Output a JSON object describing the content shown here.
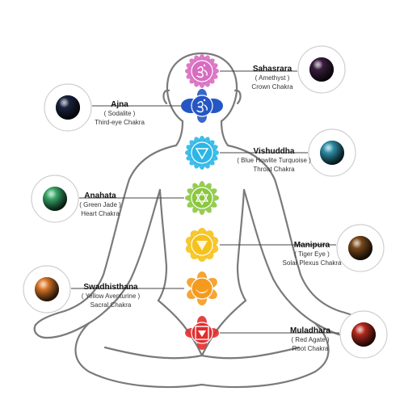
{
  "colors": {
    "sahasrara": "#d86cc0",
    "ajna": "#2457c4",
    "vishuddha": "#2bb6e6",
    "anahata": "#8bc63f",
    "manipura": "#f5c21b",
    "swadhisthana": "#f49b1d",
    "muladhara": "#e32d2d",
    "body_outline": "#7a7a7a",
    "pointer_line": "#444444"
  },
  "chakras": [
    {
      "key": "sahasrara",
      "name": "Sahasrara",
      "stone": "( Amethyst )",
      "chakra": "Crown Chakra",
      "symbol": "om",
      "gem_color": "#3a1f3f"
    },
    {
      "key": "ajna",
      "name": "Ajna",
      "stone": "( Sodalite )",
      "chakra": "Third-eye Chakra",
      "symbol": "om",
      "gem_color": "#1b2340"
    },
    {
      "key": "vishuddha",
      "name": "Vishuddha",
      "stone": "( Blue Howlite Turquoise )",
      "chakra": "Throat Chakra",
      "symbol": "triangle",
      "gem_color": "#2f8fa8"
    },
    {
      "key": "anahata",
      "name": "Anahata",
      "stone": "( Green Jade )",
      "chakra": "Heart Chakra",
      "symbol": "hexagram",
      "gem_color": "#3aa86a"
    },
    {
      "key": "manipura",
      "name": "Manipura",
      "stone": "( Tiger Eye )",
      "chakra": "Solar Plexus Chakra",
      "symbol": "triangle-down",
      "gem_color": "#7a4a1c"
    },
    {
      "key": "swadhisthana",
      "name": "Swadhisthana",
      "stone": "( Yellow Aventurine )",
      "chakra": "Sacral Chakra",
      "symbol": "crescent",
      "gem_color": "#d9782a"
    },
    {
      "key": "muladhara",
      "name": "Muladhara",
      "stone": "( Red Agate )",
      "chakra": "Root Chakra",
      "symbol": "square",
      "gem_color": "#b32a1e"
    }
  ]
}
